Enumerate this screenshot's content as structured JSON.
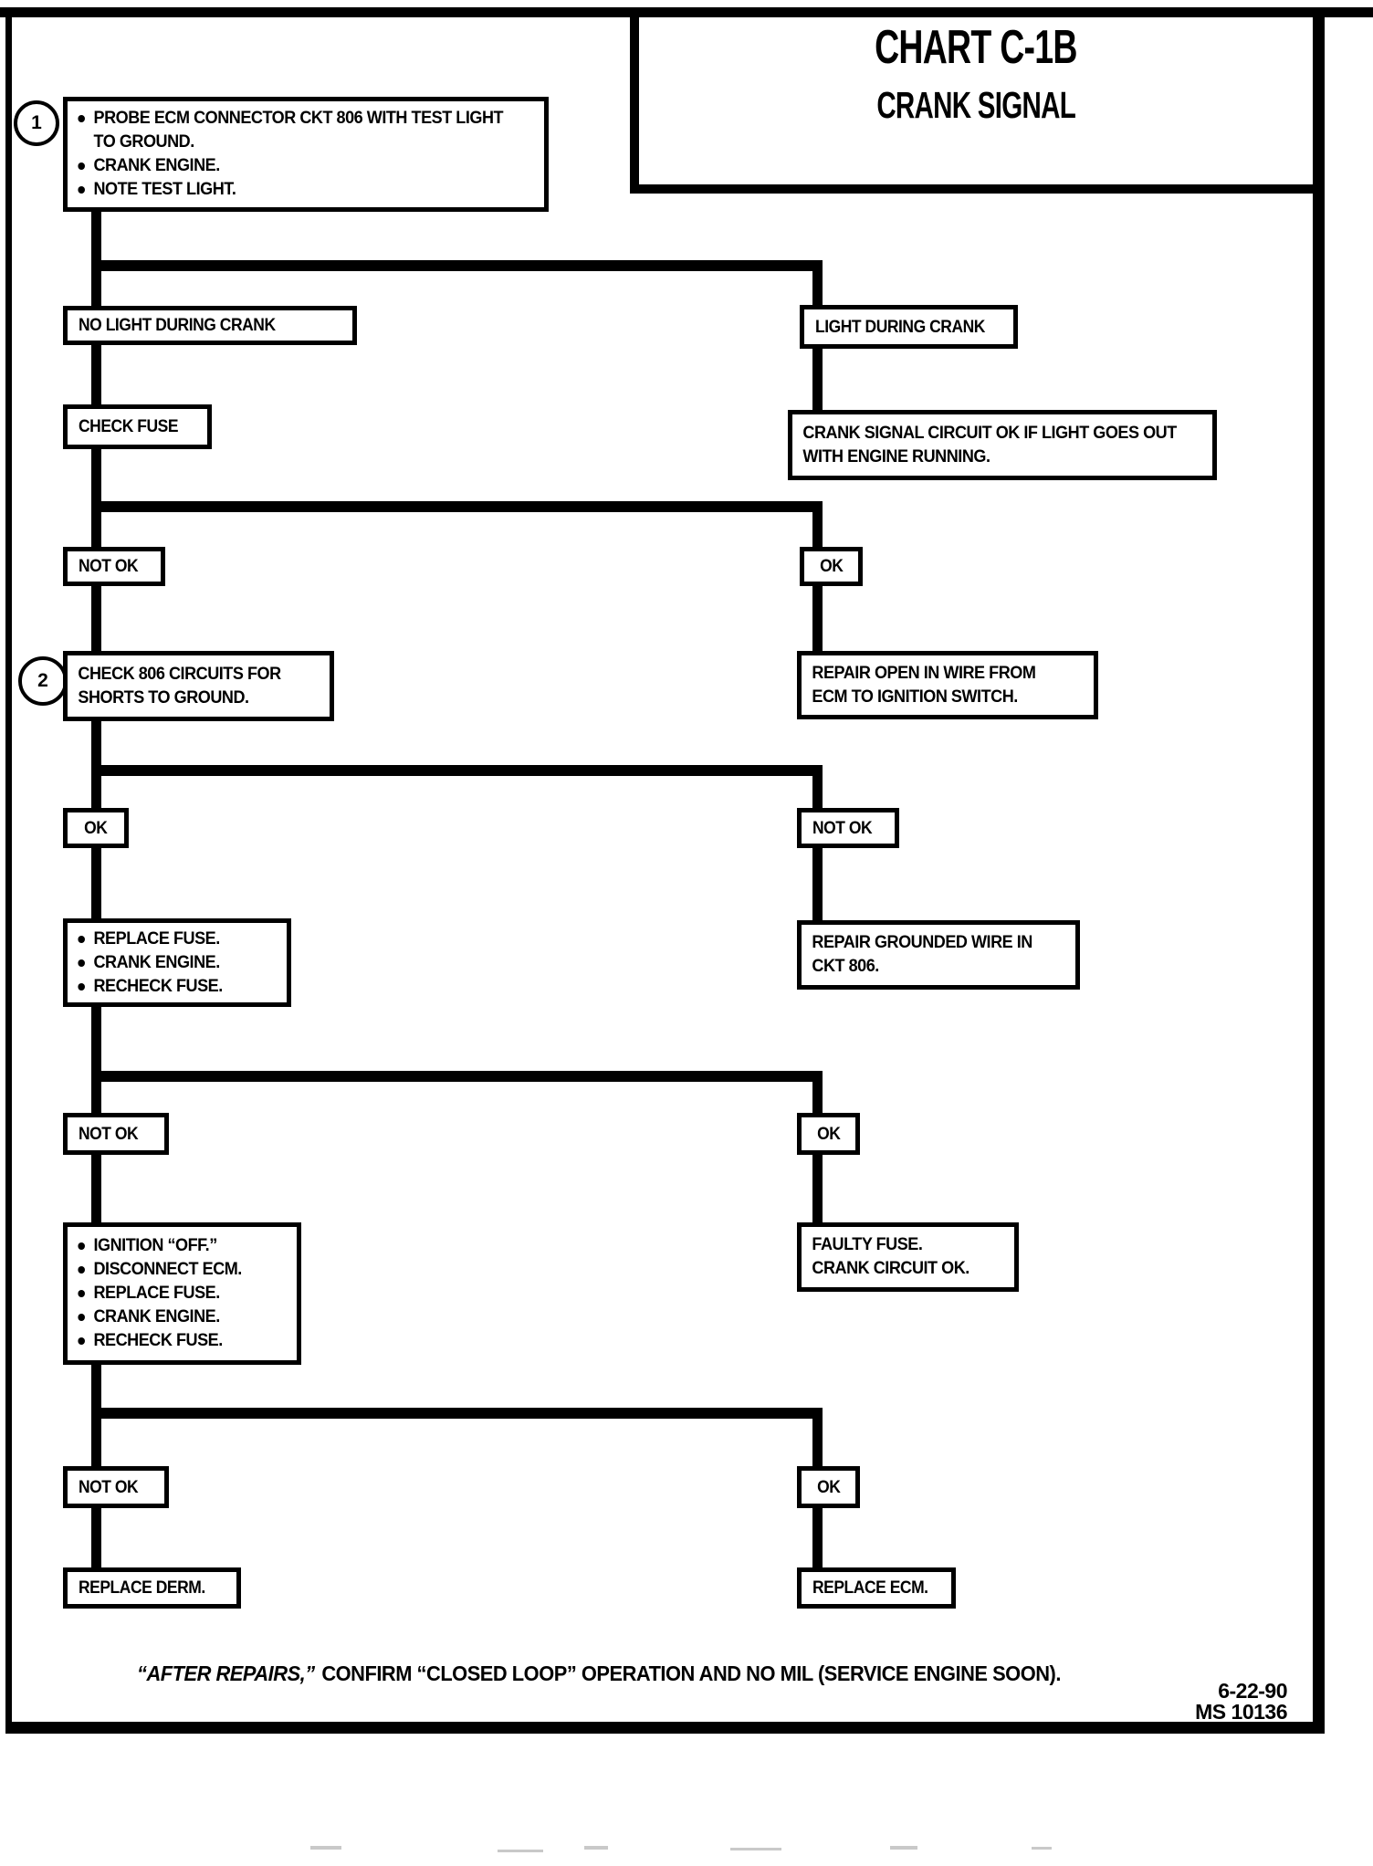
{
  "title": {
    "chart": "CHART C-1B",
    "subtitle": "CRANK SIGNAL"
  },
  "markers": {
    "step1": "1",
    "step2": "2"
  },
  "nodes": {
    "step1_items": [
      "PROBE ECM CONNECTOR CKT 806 WITH TEST LIGHT TO GROUND.",
      "CRANK ENGINE.",
      "NOTE TEST LIGHT."
    ],
    "no_light": "NO LIGHT DURING CRANK",
    "light": "LIGHT DURING CRANK",
    "check_fuse": "CHECK FUSE",
    "crank_signal_ok": "CRANK SIGNAL CIRCUIT OK IF LIGHT GOES OUT WITH ENGINE RUNNING.",
    "not_ok_1": "NOT OK",
    "ok_1": "OK",
    "check_806": "CHECK 806 CIRCUITS FOR SHORTS TO GROUND.",
    "repair_open": "REPAIR OPEN IN WIRE FROM ECM TO IGNITION SWITCH.",
    "ok_2": "OK",
    "not_ok_2": "NOT OK",
    "replace_fuse_items": [
      "REPLACE FUSE.",
      "CRANK ENGINE.",
      "RECHECK FUSE."
    ],
    "repair_grounded": "REPAIR GROUNDED WIRE IN CKT 806.",
    "not_ok_3": "NOT OK",
    "ok_3": "OK",
    "ignition_items": [
      "IGNITION “OFF.”",
      "DISCONNECT ECM.",
      "REPLACE FUSE.",
      "CRANK ENGINE.",
      "RECHECK FUSE."
    ],
    "faulty_lines": [
      "FAULTY FUSE.",
      "CRANK CIRCUIT OK."
    ],
    "not_ok_4": "NOT OK",
    "ok_4": "OK",
    "replace_derm": "REPLACE DERM.",
    "replace_ecm": "REPLACE ECM."
  },
  "footer": {
    "note_lead": "“AFTER REPAIRS,”",
    "note_rest": "CONFIRM “CLOSED LOOP” OPERATION AND NO MIL (SERVICE ENGINE SOON).",
    "date": "6-22-90",
    "document_number": "MS 10136"
  },
  "colors": {
    "ink": "#000000",
    "paper": "#ffffff"
  }
}
